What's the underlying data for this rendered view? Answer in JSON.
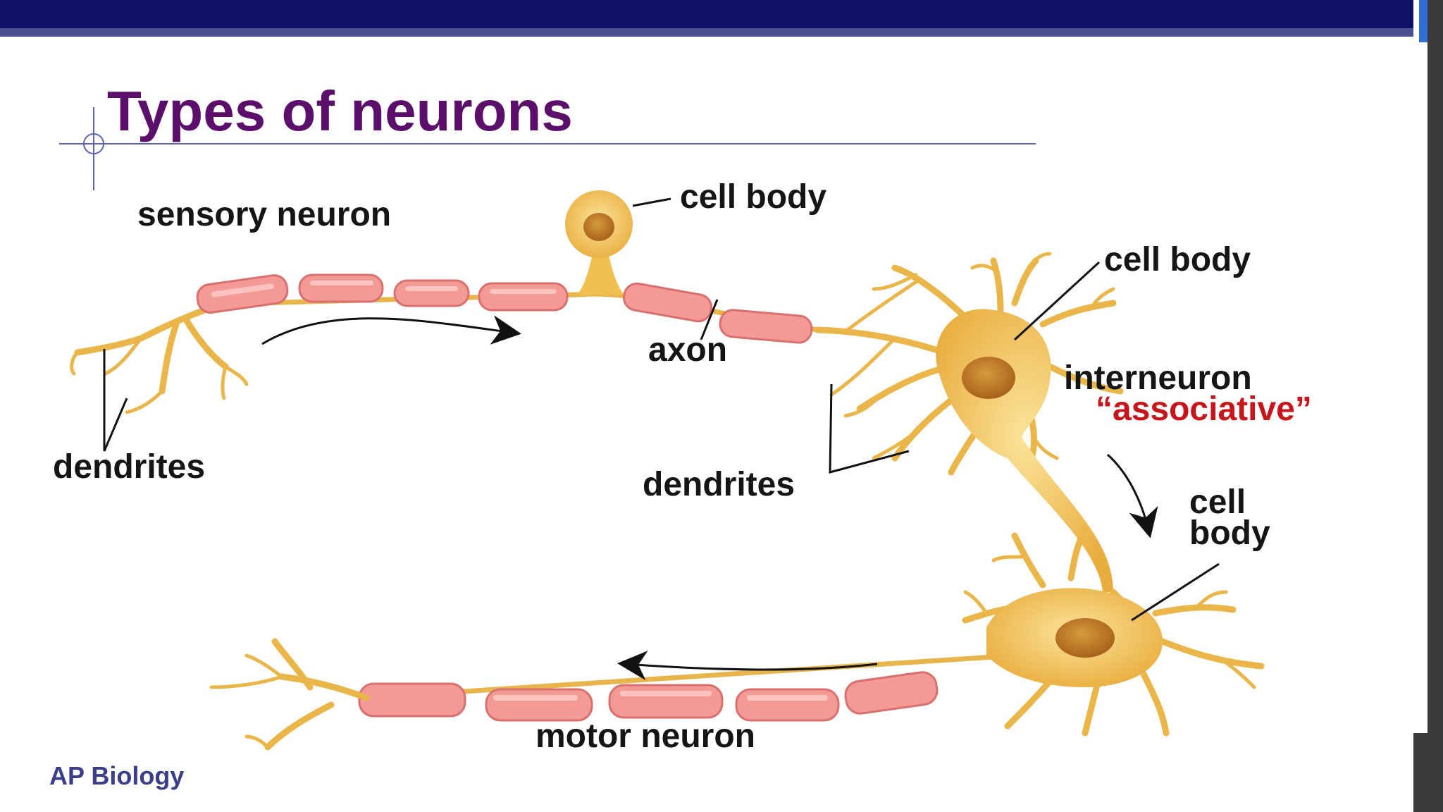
{
  "slide": {
    "title": "Types of neurons",
    "footer": "AP Biology"
  },
  "labels": {
    "sensory_neuron": "sensory neuron",
    "cell_body_1": "cell body",
    "cell_body_2": "cell body",
    "cell_body_3a": "cell",
    "cell_body_3b": "body",
    "axon": "axon",
    "interneuron": "interneuron",
    "associative": "“associative”",
    "dendrites_left": "dendrites",
    "dendrites_mid": "dendrites",
    "motor_neuron": "motor neuron"
  },
  "colors": {
    "top_bar": "#0e1166",
    "title": "#5b0f6b",
    "footer": "#3b3f8a",
    "associative": "#c8151b",
    "myelin": "#f39a96",
    "cell": "#f2c04e"
  }
}
